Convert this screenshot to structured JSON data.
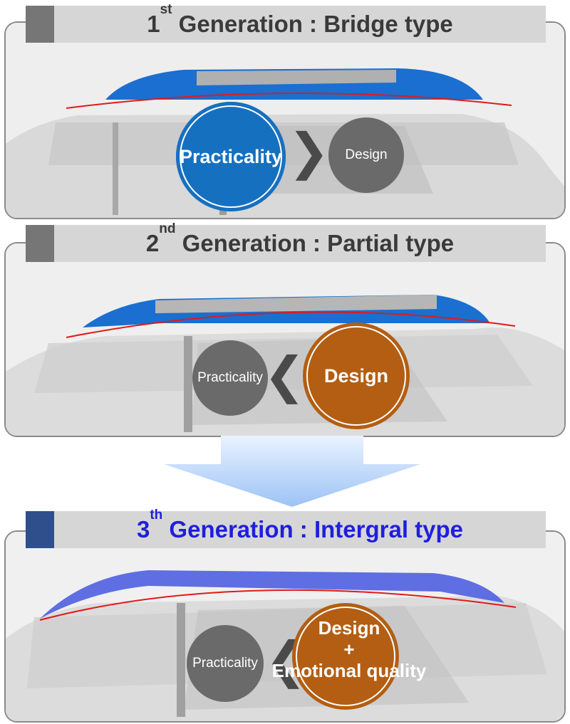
{
  "gen1": {
    "title_prefix": "1",
    "title_sup": "st",
    "title_rest": " Generation : Bridge type",
    "primary": "Practicality",
    "secondary": "Design"
  },
  "gen2": {
    "title_prefix": "2",
    "title_sup": "nd",
    "title_rest": " Generation : Partial type",
    "primary": "Design",
    "secondary": "Practicality"
  },
  "gen3": {
    "title_prefix": "3",
    "title_sup": "th",
    "title_rest": " Generation : Intergral type",
    "primary_line1": "Design",
    "primary_line2": "+",
    "primary_line3": "Emotional quality",
    "secondary": "Practicality"
  },
  "colors": {
    "rail_blue": "#1a6fd0",
    "design_orange": "#b35e12",
    "practicality_blue": "#1670c0",
    "neutral_gray": "#6a6a6a",
    "title_blue": "#1f1fdd",
    "roof_line_red": "#e01a1a"
  },
  "icons": [
    "greater-than-chevron-icon",
    "less-than-chevron-icon",
    "down-arrow-icon"
  ]
}
